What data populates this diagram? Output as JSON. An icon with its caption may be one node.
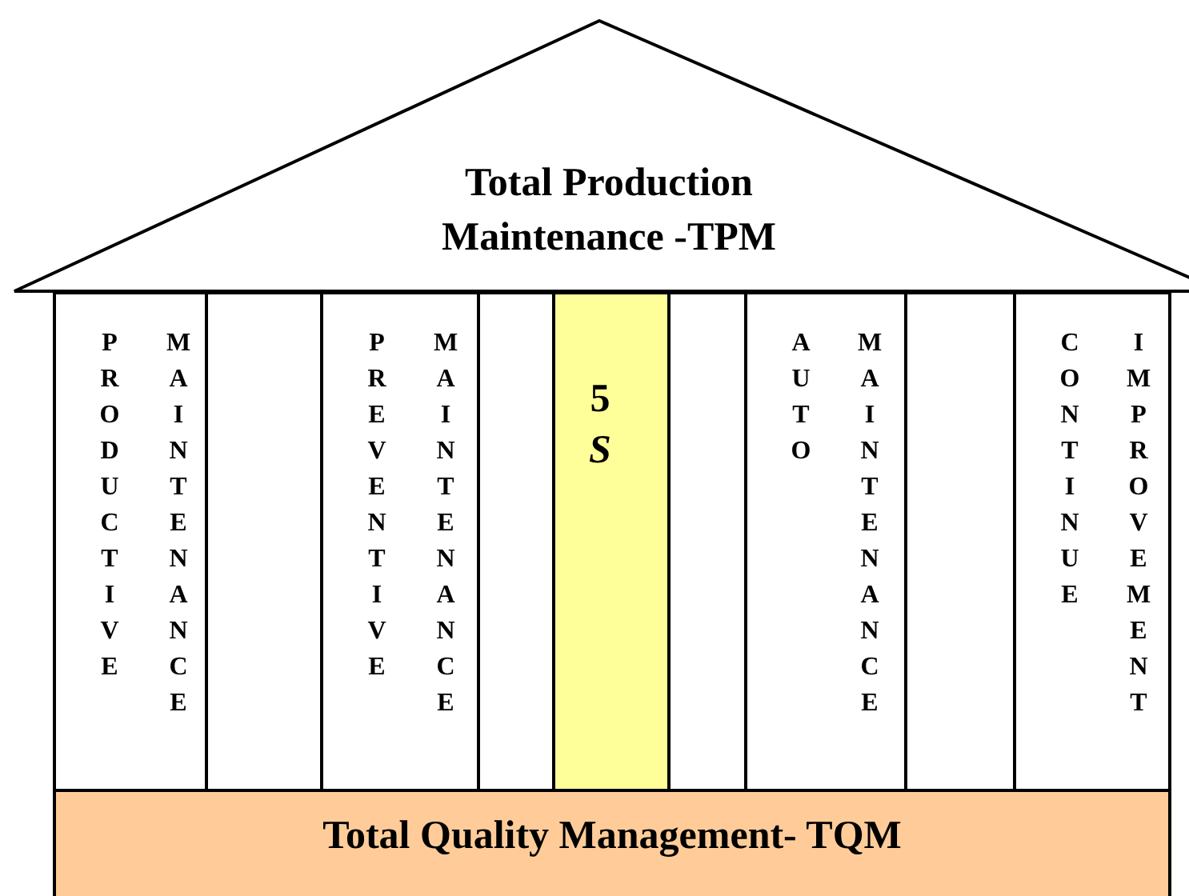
{
  "diagram": {
    "nodes": [
      {
        "text": [
          "Total Production Maintenance -TPM"
        ]
      },
      {
        "text": [
          "PRODUCTIVE",
          "MAINTENANCE"
        ]
      },
      {
        "text": [],
        "shape": "box"
      },
      {
        "text": [
          "PREVENTIVE",
          "MAINTENANCE"
        ]
      },
      {
        "text": [],
        "shape": "box"
      },
      {
        "text": [
          "5 *S*"
        ]
      },
      {
        "text": [],
        "shape": "box"
      },
      {
        "text": [
          "AUTO",
          "MAINTENANCE"
        ]
      },
      {
        "text": [],
        "shape": "box"
      },
      {
        "text": [
          "CONTINUE",
          "IMPROVEMENT"
        ]
      },
      {
        "text": [
          "Total Quality Management- TQM"
        ]
      }
    ],
    "edges": []
  }
}
